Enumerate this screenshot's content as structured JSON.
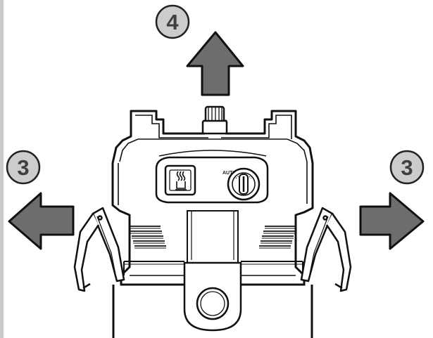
{
  "steps": {
    "top": "4",
    "left": "3",
    "right": "3"
  },
  "dial": {
    "label": "AUTO"
  },
  "colors": {
    "arrow_fill": "#6d6d6d",
    "badge_fill": "#cccccc",
    "outline": "#111111",
    "left_bar": "#c9c9c9"
  },
  "icons": {
    "steam_button": "steam-cup-icon",
    "dial": "rotary-knob-icon",
    "arrows": "block-arrow-icon"
  }
}
